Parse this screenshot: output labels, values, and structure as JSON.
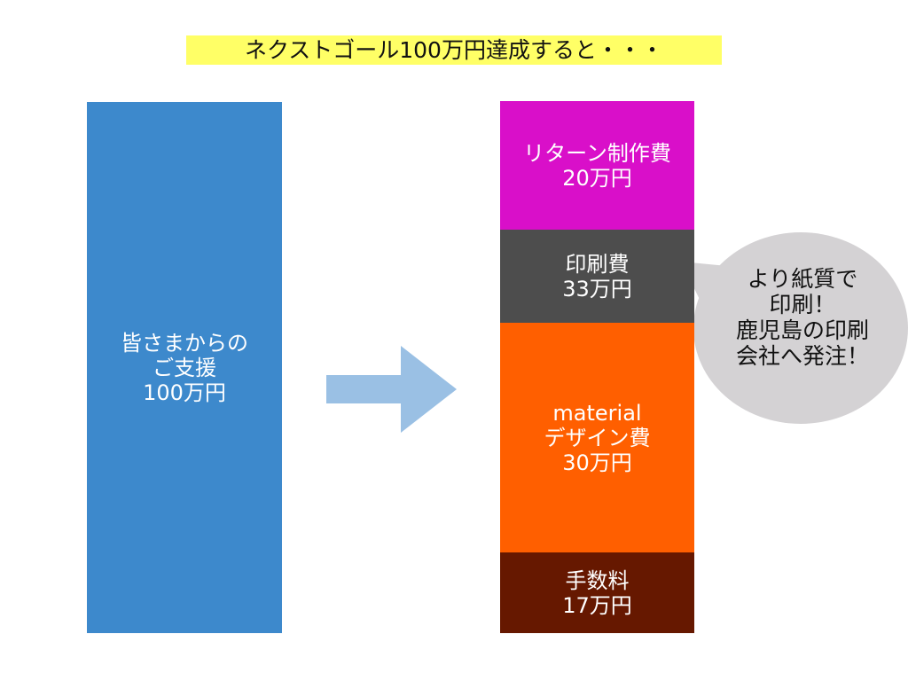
{
  "title": "ネクストゴール100万円達成すると・・・",
  "left_box": {
    "lines": [
      "皆さまからの",
      "ご支援",
      "100万円"
    ]
  },
  "segments": [
    {
      "label": "リターン制作費",
      "amount": "20万円",
      "color": "#d90fc9"
    },
    {
      "label": "印刷費",
      "amount": "33万円",
      "color": "#4d4d4d"
    },
    {
      "label": "material",
      "label2": "デザイン費",
      "amount": "30万円",
      "color": "#ff5f00"
    },
    {
      "label": "手数料",
      "amount": "17万円",
      "color": "#661800"
    }
  ],
  "bubble": {
    "lines": [
      "より紙質で",
      "印刷！",
      "鹿児島の印刷",
      "会社へ発注！"
    ]
  },
  "colors": {
    "left": "#3d89cc",
    "arrow": "#9ac0e4",
    "bubble": "#d4d2d4",
    "highlight": "#ffff66"
  }
}
